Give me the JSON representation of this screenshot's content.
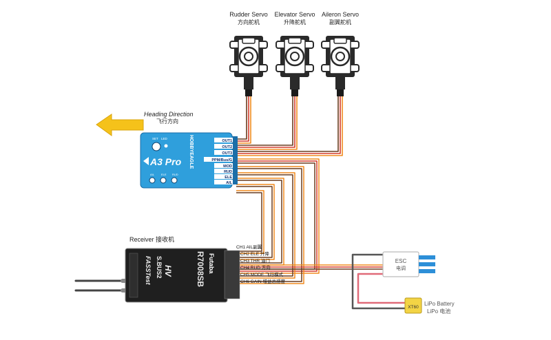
{
  "servos": [
    {
      "name": "Rudder Servo",
      "cn": "方向舵机"
    },
    {
      "name": "Elevator Servo",
      "cn": "升降舵机"
    },
    {
      "name": "Aileron Servo",
      "cn": "副翼舵机"
    }
  ],
  "heading": {
    "en": "Heading Direction",
    "cn": "飞行方向"
  },
  "controller": {
    "brand": "HOBBYEAGLE",
    "model": "A3 Pro",
    "ports": [
      "OUT1",
      "OUT2",
      "OUT3",
      "PPM/Bus/G",
      "MOD",
      "RUD",
      "ELE",
      "AIL"
    ],
    "set_label": "SET",
    "led_label": "LED",
    "knob_labels": [
      "AIL",
      "ELE",
      "RUD"
    ]
  },
  "receiver": {
    "label": "Receiver 接收机",
    "brand": "Futaba",
    "model": "R7008SB",
    "tags": [
      "FASSTest",
      "S.BUS2",
      "HV"
    ],
    "channels": [
      "CH1 AIL副翼",
      "CH2 ELE 升降",
      "CH3 THR 油门",
      "CH4 RUD 方向",
      "CH5 MODE 飞行模式",
      "CH6 GAIN 增益总感度"
    ]
  },
  "esc": {
    "en": "ESC",
    "cn": "电调"
  },
  "battery": {
    "en": "LiPo Battery",
    "cn": "LiPo 电池",
    "connector": "XT60"
  },
  "colors": {
    "controller_blue": "#2f9fdc",
    "wire_orange": "#f08a1e",
    "wire_red": "#d43a2a",
    "wire_brown": "#6a3b1e",
    "arrow_yellow": "#f5c21a",
    "esc_blue": "#2d8fd8",
    "battery_yellow": "#f3d445"
  }
}
